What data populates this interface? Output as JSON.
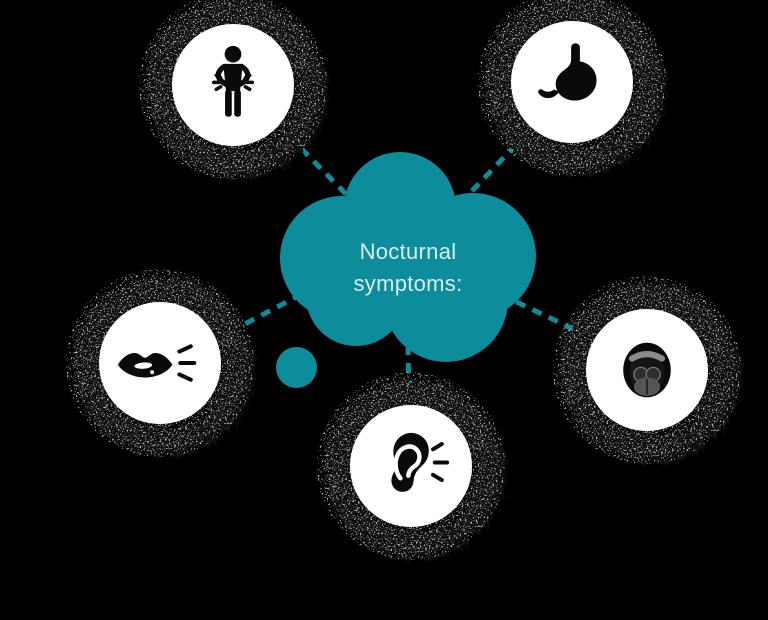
{
  "diagram": {
    "title": "Nocturnal symptoms:",
    "title_lines": [
      "Nocturnal",
      "symptoms:"
    ],
    "colors": {
      "background": "#000000",
      "cloud": "#0d8c9b",
      "cloud_text": "#d9edf0",
      "connector": "#0d8c9b",
      "node_fill": "#ffffff",
      "icon": "#0a0a0a"
    },
    "nodes": [
      {
        "id": "abdominal-pain",
        "icon": "person-abdominal-pain-icon",
        "position": "top-left"
      },
      {
        "id": "stomach",
        "icon": "stomach-icon",
        "position": "top-right"
      },
      {
        "id": "mouth-speaking",
        "icon": "lips-speaking-icon",
        "position": "middle-left"
      },
      {
        "id": "open-mouth-throat",
        "icon": "open-mouth-throat-icon",
        "position": "middle-right"
      },
      {
        "id": "ear-noise",
        "icon": "ear-listening-icon",
        "position": "bottom-center"
      }
    ]
  }
}
